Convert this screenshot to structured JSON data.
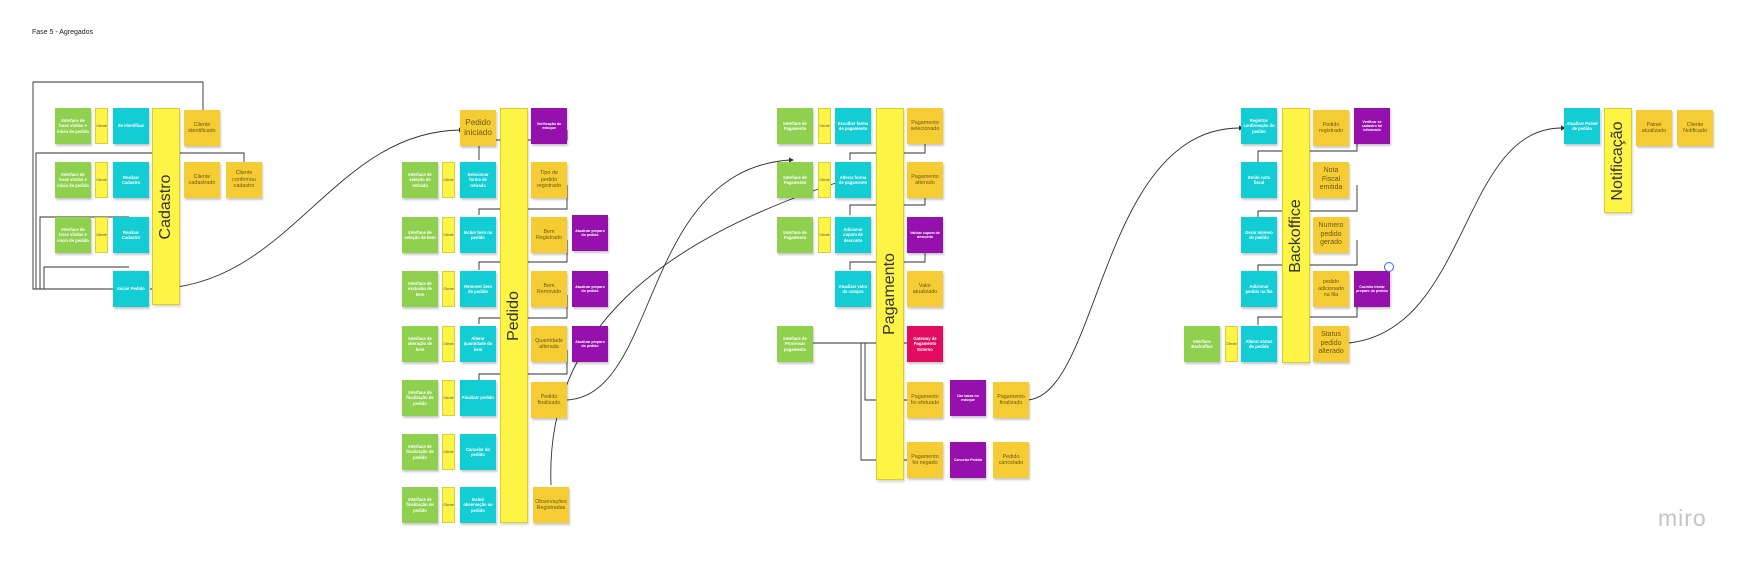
{
  "board": {
    "title": "Fase 5 - Agregados",
    "logo": "miro",
    "colors": {
      "green": "#8fd14f",
      "cyan": "#12cdd4",
      "yellow": "#f6cc35",
      "purple": "#9510ac",
      "pink": "#e20b62",
      "aggregate": "#fef445"
    }
  },
  "aggregates": {
    "cadastro": "Cadastro",
    "pedido": "Pedido",
    "pagamento": "Pagamento",
    "backoffice": "Backoffice",
    "notificacao": "Notificação"
  },
  "cadastro": {
    "interface_1": "Interface de boas vindas e início de pedido",
    "cliente_1": "Cliente",
    "se_identificar": "Se identificar",
    "cliente_identificado": "Cliente identificado",
    "interface_2": "Interface de boas vindas e início de pedido",
    "cliente_2": "Cliente",
    "realizar_cadastro_1": "Realizar Cadastro",
    "cliente_cadastrado": "Cliente cadastrado",
    "cliente_confirmou": "Cliente confirmou cadastro",
    "interface_3": "Interface de boas vindas e início de pedido",
    "cliente_3": "Cliente",
    "realizar_cadastro_2": "Realizar Cadastro",
    "iniciar_pedido": "Iniciar Pedido"
  },
  "pedido": {
    "pedido_iniciado": "Pedido iniciado",
    "verificacao_estoque": "Verificação de estoque",
    "interface_retirada": "Interface de seleção de retirada",
    "cliente_1": "Cliente",
    "selecionar_forma_retirada": "Selecionar forma de retirada",
    "tipo_pedido_registrado": "Tipo de pedido registrado",
    "interface_selecao_bem": "Interface de seleção de bem",
    "cliente_2": "Cliente",
    "incluir_bem": "Incluir bem no pedido",
    "bem_registrado": "Bem Registrado",
    "atualizar_preparo_1": "Atualizar preparo do pedido",
    "interface_exclusao_bem": "Interface de exclusão de bem",
    "cliente_3": "Cliente",
    "remover_bem": "Remover bem do pedido",
    "bem_removido": "Bem Removido",
    "atualizar_preparo_2": "Atualizar preparo do pedido",
    "interface_alteracao_bem": "Interface de alteração de bem",
    "cliente_4": "Cliente",
    "alterar_quantidade": "Alterar quantidade do bem",
    "quantidade_alterada": "Quantidade alterada",
    "atualizar_preparo_3": "Atualizar preparo do pedido",
    "interface_finalizacao_1": "Interface de finalização de pedido",
    "cliente_5": "Cliente",
    "finalizar_pedido": "Finalizar pedido",
    "pedido_finalizado": "Pedido finalizado",
    "interface_finalizacao_2": "Interface de finalização de pedido",
    "cliente_6": "Cliente",
    "cancelar_pedido": "Cancelar do pedido",
    "interface_finalizacao_3": "Interface de finalização de pedido",
    "cliente_7": "Cliente",
    "incluir_observacao": "Incluir observação ao pedido",
    "observacoes_registradas": "Observações Registradas"
  },
  "pagamento": {
    "interface_pagamento_1": "Interface de Pagamento",
    "cliente_1": "Cliente",
    "escolher_forma": "Escolher forma de pagamento",
    "pagamento_selecionado": "Pagamento selecionado",
    "interface_pagamento_2": "Interface de Pagamento",
    "cliente_2": "Cliente",
    "alterar_forma": "Alterar forma de pagamento",
    "pagamento_alterado": "Pagamento alterado",
    "interface_pagamento_3": "Interface de Pagamento",
    "cliente_3": "Cliente",
    "adicionar_cupom": "Adicionar cupom de desconto",
    "validar_cupom": "Validar cupom de desconto",
    "atualizar_valor": "Atualizar valor da compra",
    "valor_atualizado": "Valor atualizado",
    "interface_processar": "Interface de Processar pagamento",
    "gateway": "Gateway de Pagamento Externo",
    "pagamento_efetuado": "Pagamento foi efetuado",
    "dar_baixa_estoque": "Dar baixa no estoque",
    "pagamento_finalizado": "Pagamento finalizado",
    "pagamento_negado": "Pagamento foi negado",
    "cancelar_pedido": "Cancelar Pedido",
    "pedido_cancelado": "Pedido cancelado"
  },
  "backoffice": {
    "registrar_confirmacao": "Registrar confirmação do pedido",
    "pedido_registrado": "Pedido registrado",
    "verificar_cadastro": "Verificar se cadastro foi informado",
    "emitir_nota": "Emitir nota fiscal",
    "nota_fiscal_emitida": "Nota Fiscal emitida",
    "gerar_numero": "Gerar número de pedido",
    "numero_gerado": "Numero pedido gerado",
    "adicionar_fila": "Adicionar pedido na fila",
    "pedido_adicionado": "pedido adicionado na fila",
    "cozinha_inicia": "Cozinha Iniciar preparo do pedido",
    "interface_backoffice": "Interface Backoffice",
    "cliente": "Cliente",
    "alterar_status": "Alterar status do pedido",
    "status_alterado": "Status pedido alterado"
  },
  "notificacao": {
    "atualizar_painel": "Atualizar Painel de pedido",
    "painel_atualizado": "Painel atualizado",
    "cliente_notificado": "Cliente Notificado"
  }
}
